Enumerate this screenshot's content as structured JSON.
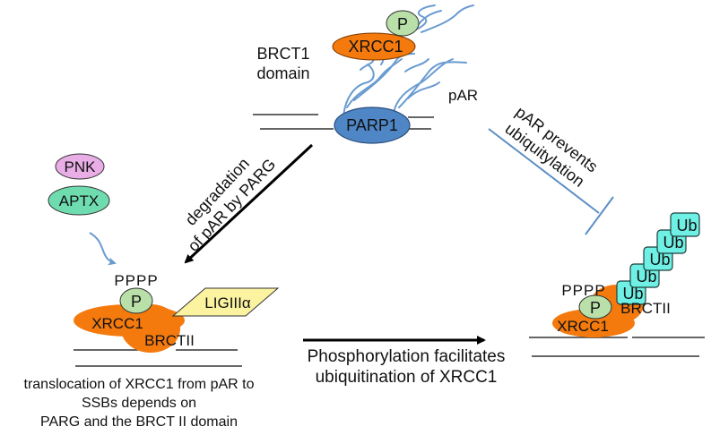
{
  "colors": {
    "xrcc1": "#f47a0e",
    "phospho": "#b8e0a8",
    "parp1": "#4f86c6",
    "pnk": "#e9aee6",
    "aptx": "#6fdcb0",
    "lig3": "#fbf3a0",
    "ub": "#6ef0e4",
    "par_chain": "#6a9bd0",
    "inhibit": "#5b8ec4"
  },
  "top": {
    "phospho_label": "P",
    "xrcc1_label": "XRCC1",
    "brct1_line1": "BRCT1",
    "brct1_line2": "domain",
    "parp1_label": "PARP1",
    "par_label": "pAR"
  },
  "left": {
    "pnk_label": "PNK",
    "aptx_label": "APTX",
    "pppp_label": "PPPP",
    "phospho_label": "P",
    "xrcc1_label": "XRCC1",
    "brctii_label": "BRCTII",
    "lig3_label": "LIGIIIα",
    "caption_line1": "translocation of XRCC1 from pAR to",
    "caption_line2": "SSBs depends on",
    "caption_line3": "PARG and the BRCT II domain"
  },
  "arrows": {
    "degradation_line1": "degradation",
    "degradation_line2": "of pAR by PARG",
    "prevents_line1": "pAR prevents",
    "prevents_line2": "ubiquitylation",
    "phospho_line1": "Phosphorylation facilitates",
    "phospho_line2": "ubiquitination of XRCC1"
  },
  "right": {
    "pppp_label": "PPPP",
    "phospho_label": "P",
    "xrcc1_label": "XRCC1",
    "brctii_label": "BRCTII",
    "ub_labels": [
      "Ub",
      "Ub",
      "Ub",
      "Ub",
      "Ub"
    ]
  }
}
